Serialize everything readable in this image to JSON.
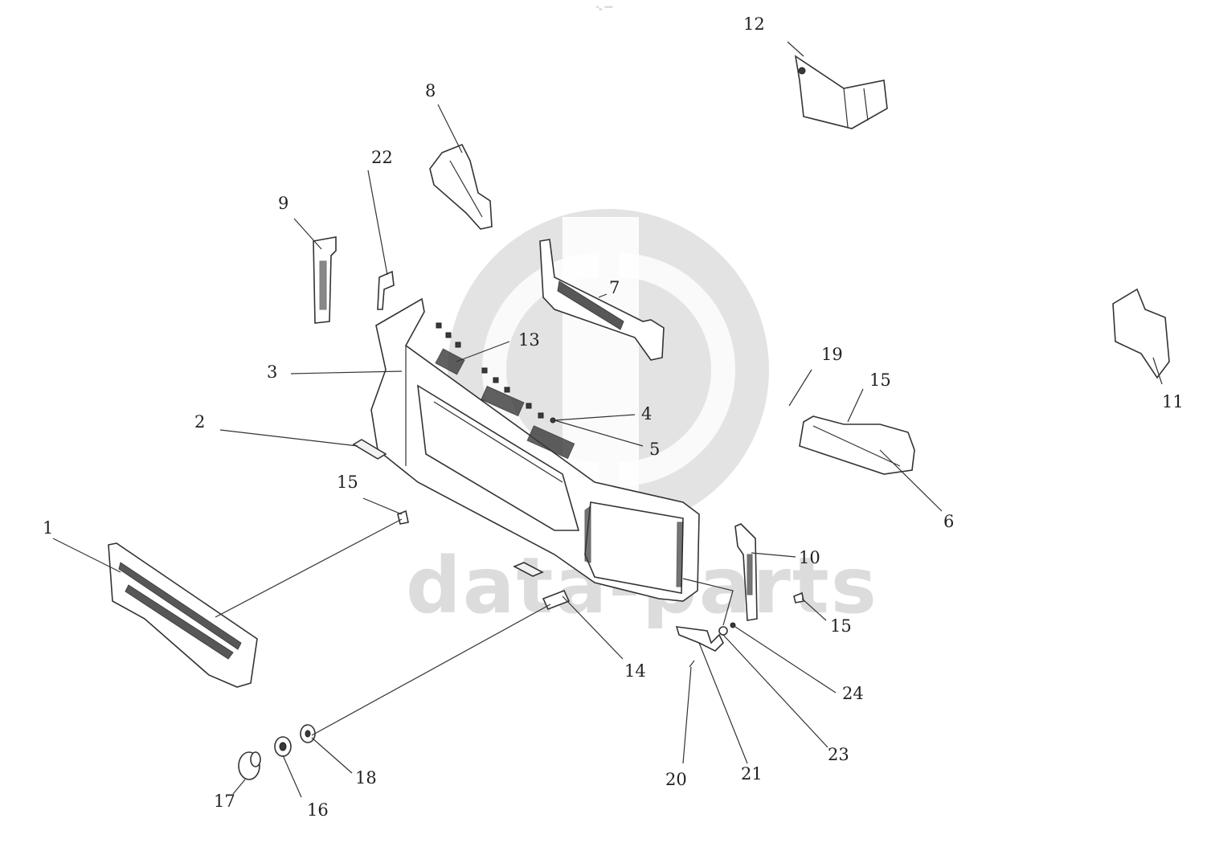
{
  "watermark": {
    "text": "data-parts"
  },
  "top_mark": "ᵒₙ ᵒᵒᵒ",
  "callouts": [
    {
      "id": "c1",
      "label": "1"
    },
    {
      "id": "c2",
      "label": "2"
    },
    {
      "id": "c3",
      "label": "3"
    },
    {
      "id": "c4",
      "label": "4"
    },
    {
      "id": "c5",
      "label": "5"
    },
    {
      "id": "c6",
      "label": "6"
    },
    {
      "id": "c7",
      "label": "7"
    },
    {
      "id": "c8",
      "label": "8"
    },
    {
      "id": "c9",
      "label": "9"
    },
    {
      "id": "c10",
      "label": "10"
    },
    {
      "id": "c11",
      "label": "11"
    },
    {
      "id": "c12",
      "label": "12"
    },
    {
      "id": "c13",
      "label": "13"
    },
    {
      "id": "c14",
      "label": "14"
    },
    {
      "id": "c15a",
      "label": "15"
    },
    {
      "id": "c15b",
      "label": "15"
    },
    {
      "id": "c15c",
      "label": "15"
    },
    {
      "id": "c16",
      "label": "16"
    },
    {
      "id": "c17",
      "label": "17"
    },
    {
      "id": "c18",
      "label": "18"
    },
    {
      "id": "c19",
      "label": "19"
    },
    {
      "id": "c20",
      "label": "20"
    },
    {
      "id": "c21",
      "label": "21"
    },
    {
      "id": "c22",
      "label": "22"
    },
    {
      "id": "c23",
      "label": "23"
    },
    {
      "id": "c24",
      "label": "24"
    }
  ]
}
